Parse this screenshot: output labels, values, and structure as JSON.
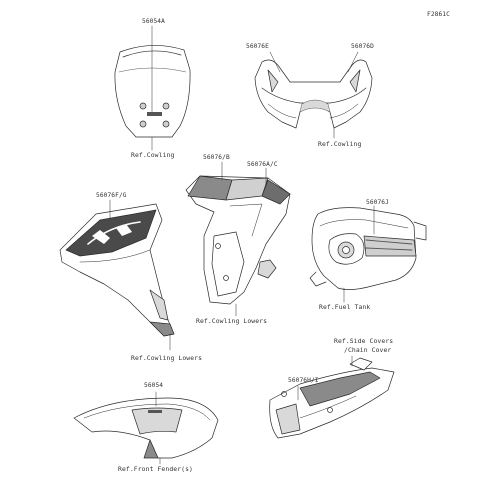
{
  "figure_code": "F2861C",
  "colors": {
    "line": "#2b2b2b",
    "fill": "#ffffff",
    "shade": "#d9d9d9",
    "dark_shade": "#8a8a8a",
    "text": "#333333"
  },
  "parts": [
    {
      "id": "windshield",
      "part_number": "56054A",
      "reference": "Ref.Cowling"
    },
    {
      "id": "upper-cowl",
      "part_numbers": [
        "56076E",
        "56076D"
      ],
      "reference": "Ref.Cowling"
    },
    {
      "id": "cowling-lower-right",
      "part_numbers": [
        "56076/B",
        "56076A/C"
      ],
      "reference": "Ref.Cowling Lowers"
    },
    {
      "id": "cowling-lower-left",
      "part_number": "56076F/G",
      "reference": "Ref.Cowling Lowers"
    },
    {
      "id": "fuel-tank",
      "part_number": "56076J",
      "reference": "Ref.Fuel Tank"
    },
    {
      "id": "front-fender",
      "part_number": "56054",
      "reference": "Ref.Front Fender(s)"
    },
    {
      "id": "side-cover",
      "part_number": "56076H/I",
      "reference": [
        "Ref.Side Covers",
        "/Chain Cover"
      ]
    }
  ]
}
